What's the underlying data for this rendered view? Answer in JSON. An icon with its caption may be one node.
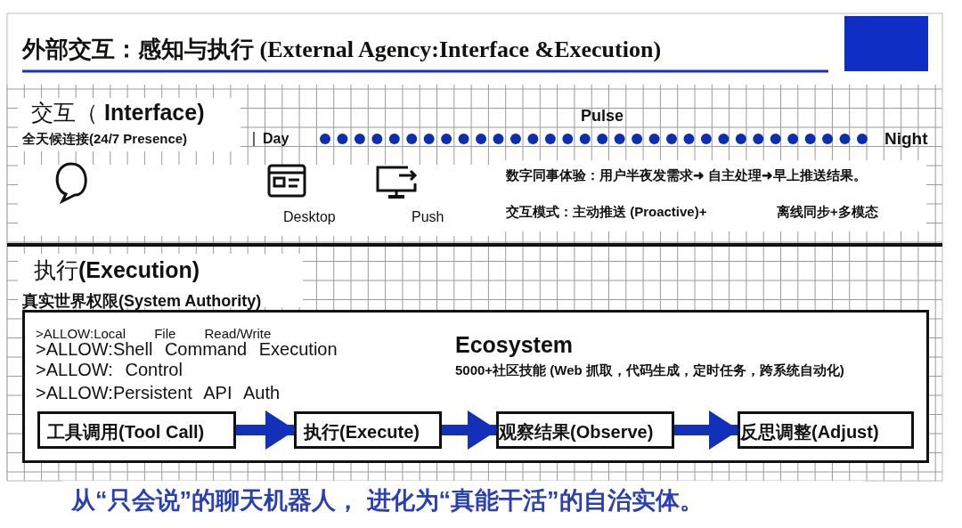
{
  "diagram": {
    "title": "外部交互：感知与执行 (External Agency:Interface &Execution)",
    "caption": "从“只会说”的聊天机器人， 进化为“真能干活”的自治实体。",
    "nodes": [
      {
        "text": [
          ">ALLOW:Local File Read/Write",
          ">ALLOW:Shell Command Execution",
          ">ALLOW: Control",
          ">ALLOW:Persistent API Auth",
          "Ecosystem",
          "5000+社区技能 (Web 抓取，代码生成，定时任务，跨系统自动化)"
        ]
      },
      {
        "text": [
          "工具调用(Tool Call)"
        ],
        "in": 0
      },
      {
        "text": [
          "执行(Execute)"
        ],
        "in": 0
      },
      {
        "text": [
          "观察结果(Observe)"
        ],
        "in": 0
      },
      {
        "text": [
          "反思调整(Adjust)"
        ],
        "in": 0
      }
    ],
    "edges": [
      {
        "from": 1,
        "to": 2,
        "arrow": "to"
      },
      {
        "from": 2,
        "to": 3,
        "arrow": "to"
      },
      {
        "from": 3,
        "to": 4,
        "arrow": "to"
      }
    ],
    "labels": [
      "交互（ Interface)",
      "Pulse",
      "全天候连接(24/7 Presence)",
      "Day",
      "Night",
      "数字同事体验：用户半夜发需求➜ 自主处理➜早上推送结果。",
      "Desktop",
      "Push",
      "交互模式：主动推送 (Proactive)+",
      "离线同步+多模态",
      "执行(Execution)",
      "真实世界权限(System Authority)"
    ]
  }
}
